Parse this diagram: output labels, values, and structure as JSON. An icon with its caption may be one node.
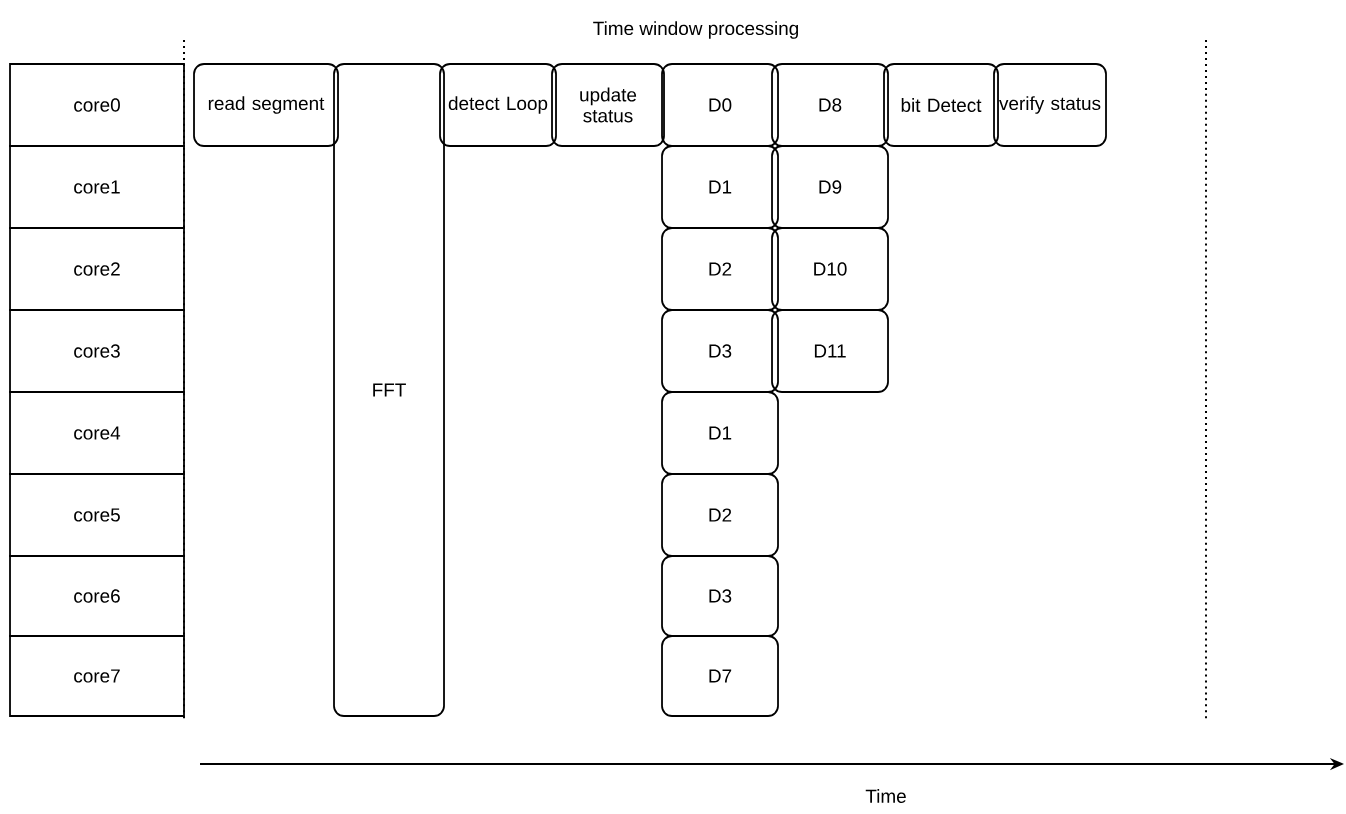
{
  "diagram": {
    "title": "Time window processing",
    "nodes": [
      {
        "text": [
          "core0"
        ]
      },
      {
        "text": [
          "core1"
        ]
      },
      {
        "text": [
          "core2"
        ]
      },
      {
        "text": [
          "core3"
        ]
      },
      {
        "text": [
          "core4"
        ]
      },
      {
        "text": [
          "core5"
        ]
      },
      {
        "text": [
          "core6"
        ]
      },
      {
        "text": [
          "core7"
        ]
      },
      {
        "text": [
          "read segment"
        ]
      },
      {
        "text": [
          "FFT"
        ]
      },
      {
        "text": [
          "detect Loop"
        ]
      },
      {
        "text": [
          "update status"
        ]
      },
      {
        "text": [
          "D0"
        ]
      },
      {
        "text": [
          "D8"
        ]
      },
      {
        "text": [
          "bit Detect"
        ]
      },
      {
        "text": [
          "verify status"
        ]
      },
      {
        "text": [
          "D1"
        ]
      },
      {
        "text": [
          "D9"
        ]
      },
      {
        "text": [
          "D2"
        ]
      },
      {
        "text": [
          "D10"
        ]
      },
      {
        "text": [
          "D3"
        ]
      },
      {
        "text": [
          "D11"
        ]
      },
      {
        "text": [
          "D1"
        ]
      },
      {
        "text": [
          "D2"
        ]
      },
      {
        "text": [
          "D3"
        ]
      },
      {
        "text": [
          "D7"
        ]
      }
    ],
    "labels": [
      "Time"
    ]
  }
}
